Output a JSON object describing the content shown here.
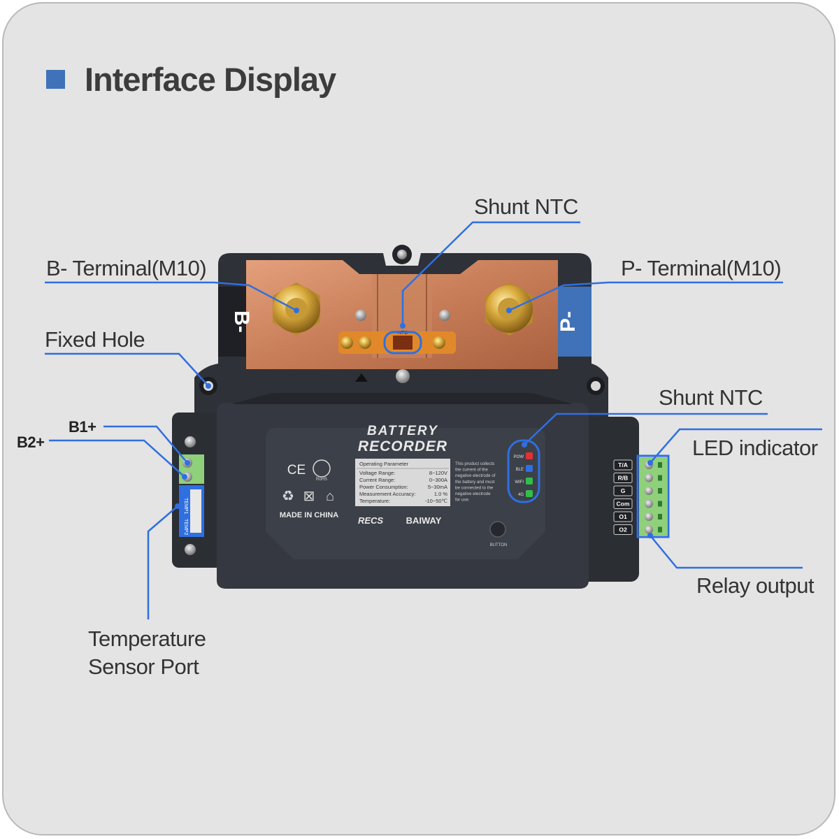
{
  "title": "Interface Display",
  "labels": {
    "shunt_ntc_top": "Shunt NTC",
    "b_minus_terminal": "B- Terminal(M10)",
    "p_minus_terminal": "P- Terminal(M10)",
    "fixed_hole": "Fixed Hole",
    "shunt_ntc_right": "Shunt NTC",
    "led_indicator": "LED indicator",
    "b1_plus": "B1+",
    "b2_plus": "B2+",
    "relay_output": "Relay output",
    "temperature_sensor_port_line1": "Temperature",
    "temperature_sensor_port_line2": "Sensor Port"
  },
  "device": {
    "terminal_b": "B-",
    "terminal_p": "P-",
    "brand_line1": "BATTERY",
    "brand_line2": "RECORDER",
    "made_in": "MADE IN CHINA",
    "logo_recs": "RECS",
    "logo_baiway": "BAIWAY",
    "button_label": "BUTTON",
    "ntc_small": "NTC",
    "temp_ports": [
      "TEMP1",
      "TEMP2"
    ],
    "leds": [
      {
        "name": "POW",
        "color": "#e53030"
      },
      {
        "name": "BLE",
        "color": "#2f6fe0"
      },
      {
        "name": "WIFI",
        "color": "#2fbf4a"
      },
      {
        "name": "4G",
        "color": "#2fbf4a"
      }
    ],
    "relay_pins": [
      "T/A",
      "R/B",
      "G",
      "Com",
      "O1",
      "O2"
    ],
    "params_header": "Operating Parameter",
    "params": [
      {
        "name": "Voltage Range:",
        "value": "8~120V"
      },
      {
        "name": "Current Range:",
        "value": "0~300A"
      },
      {
        "name": "Power Consumption:",
        "value": "5~30mA"
      },
      {
        "name": "Measurement Accuracy:",
        "value": "1.0 %"
      },
      {
        "name": "Temperature:",
        "value": "-10~50℃"
      }
    ],
    "note": [
      "This product collects",
      "the current of the",
      "negative electrode of",
      "the battery and must",
      "be connected to the",
      "negative electrode",
      "for use."
    ],
    "cert_ce": "CE",
    "cert_rohs": "RoHS"
  },
  "colors": {
    "accent": "#3f72b8",
    "callout_line": "#2f6fe0",
    "device_body": "#2f3238",
    "copper": "#d08a64"
  }
}
